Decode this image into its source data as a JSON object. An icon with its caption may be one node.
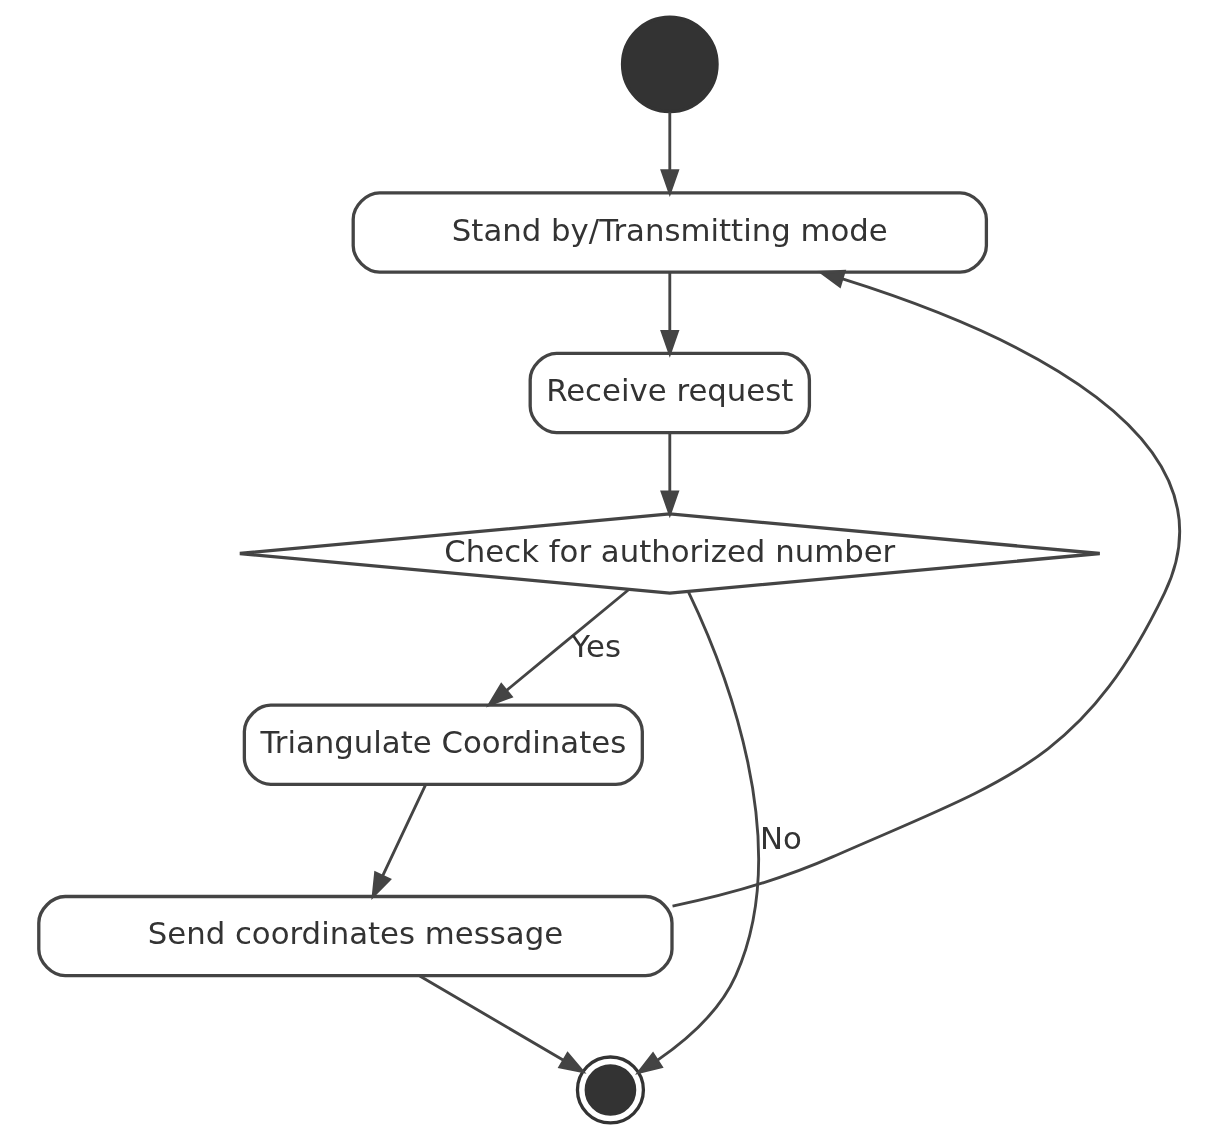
{
  "diagram": {
    "nodes": [
      {
        "text": [],
        "shape": "circle"
      },
      {
        "text": [
          "Stand by/Transmitting mode"
        ]
      },
      {
        "text": [
          "Receive request"
        ]
      },
      {
        "text": [
          "Check for authorized number"
        ]
      },
      {
        "text": [
          "Triangulate Coordinates"
        ]
      },
      {
        "text": [
          "Send coordinates message"
        ]
      },
      {
        "text": [],
        "shape": "circle"
      }
    ],
    "edges": [
      {
        "from": 0,
        "to": 1,
        "arrow": "to"
      },
      {
        "from": 1,
        "to": 2,
        "arrow": "to"
      },
      {
        "from": 2,
        "to": 3,
        "arrow": "to"
      },
      {
        "from": 3,
        "to": 4,
        "arrow": "to",
        "label": "Yes"
      },
      {
        "from": 3,
        "to": 6,
        "arrow": "to",
        "label": "No"
      },
      {
        "from": 4,
        "to": 5,
        "arrow": "to"
      },
      {
        "from": 5,
        "to": 1,
        "arrow": "to"
      },
      {
        "from": 5,
        "to": 6,
        "arrow": "to"
      }
    ]
  }
}
